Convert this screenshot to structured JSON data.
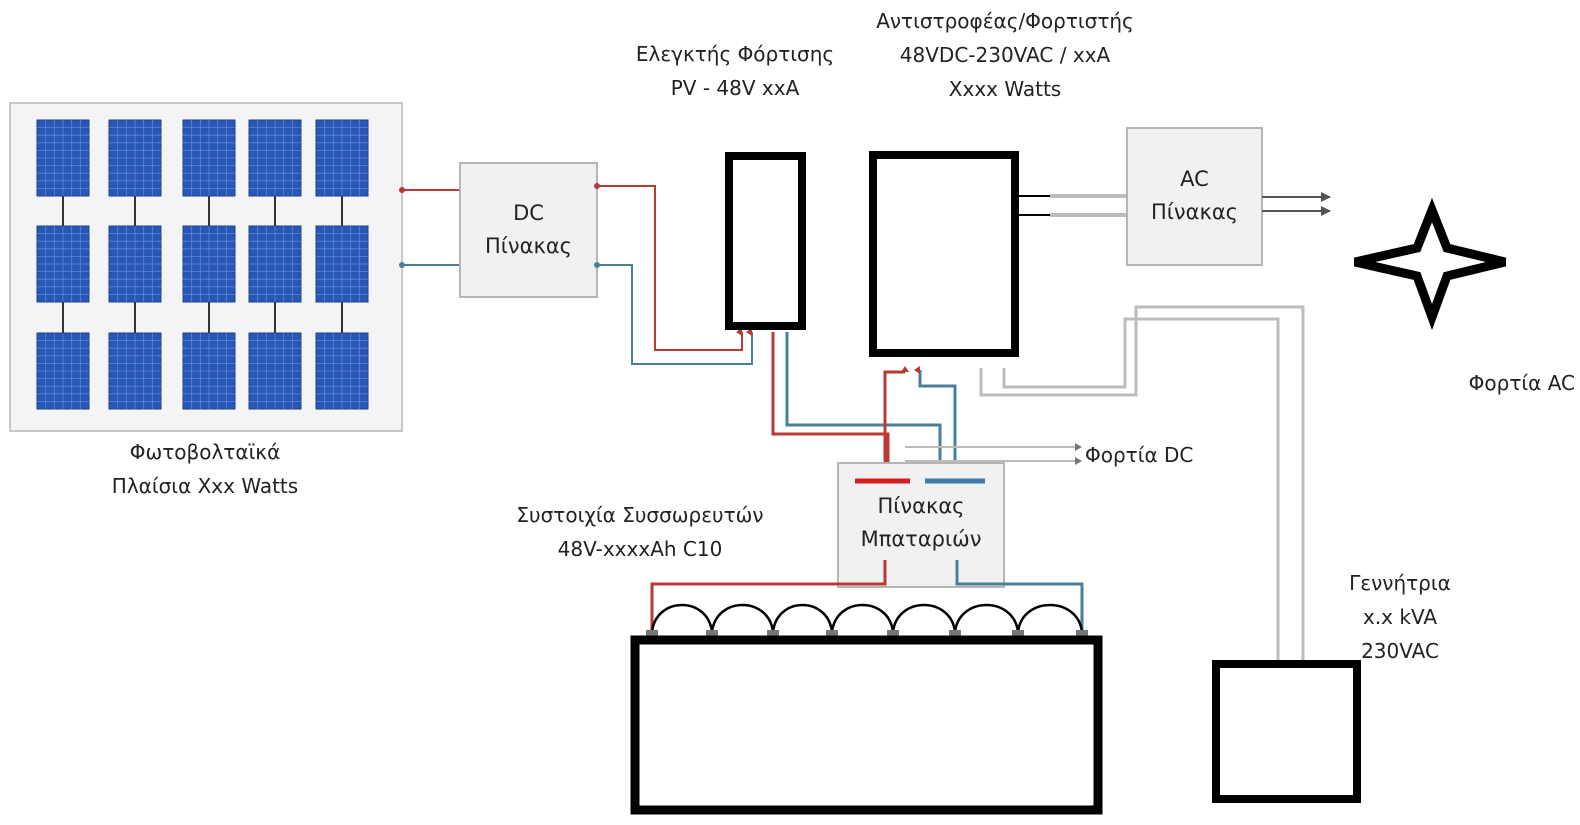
{
  "colors": {
    "positive": "#b83a34",
    "negative": "#4a7f98",
    "ac_wire": "#bcbcbc",
    "panel_blue": "#2957b5",
    "panel_cell": "#5b86d6",
    "box_fill": "#f1f1f1",
    "box_border": "#b5b5b5",
    "black": "#000000"
  },
  "pv_array": {
    "caption_lines": [
      "Φωτοβολταϊκά",
      "Πλαίσια Xxx Watts"
    ]
  },
  "dc_panel": {
    "lines": [
      "DC",
      "Πίνακας"
    ]
  },
  "charge_controller": {
    "caption_lines": [
      "Ελεγκτής Φόρτισης",
      "PV - 48V xxA"
    ]
  },
  "inverter": {
    "caption_lines": [
      "Αντιστροφέας/Φορτιστής",
      "48VDC-230VAC / xxA",
      "Xxxx Watts"
    ]
  },
  "ac_panel": {
    "lines": [
      "AC",
      "Πίνακας"
    ]
  },
  "ac_loads": {
    "label": "Φορτία AC",
    "icon": "four-point-star-icon"
  },
  "dc_loads": {
    "label": "Φορτία DC"
  },
  "battery_panel": {
    "lines": [
      "Πίνακας",
      "Μπαταριών"
    ]
  },
  "battery_bank": {
    "caption_lines": [
      "Συστοιχία Συσσωρευτών",
      "48V-xxxxAh C10"
    ]
  },
  "generator": {
    "caption_lines": [
      "Γεννήτρια",
      "x.x kVA",
      "230VAC"
    ]
  }
}
